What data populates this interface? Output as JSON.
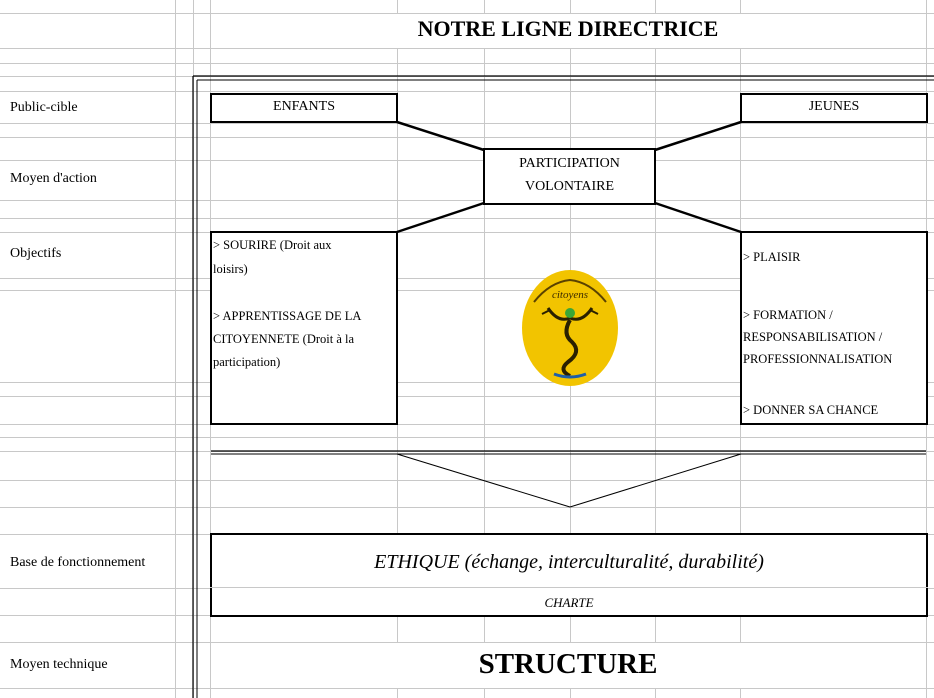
{
  "title": "NOTRE LIGNE DIRECTRICE",
  "rows": {
    "public_cible": "Public-cible",
    "moyen_action": "Moyen d'action",
    "objectifs": "Objectifs",
    "base": "Base de fonctionnement",
    "moyen_technique": "Moyen technique"
  },
  "boxes": {
    "enfants": "ENFANTS",
    "jeunes": "JEUNES",
    "participation_line1": "PARTICIPATION",
    "participation_line2": "VOLONTAIRE"
  },
  "objectifs_enfants": {
    "item1_line1": "> SOURIRE (Droit aux",
    "item1_line2": "loisirs)",
    "item2_line1": "> APPRENTISSAGE DE LA",
    "item2_line2": "CITOYENNETE (Droit à la",
    "item2_line3": "participation)"
  },
  "objectifs_jeunes": {
    "item1": "> PLAISIR",
    "item2_line1": "> FORMATION /",
    "item2_line2": "RESPONSABILISATION /",
    "item2_line3": "PROFESSIONNALISATION",
    "item3": "> DONNER SA CHANCE"
  },
  "ethique": "ETHIQUE (échange, interculturalité, durabilité)",
  "charte": "CHARTE",
  "structure": "STRUCTURE",
  "colors": {
    "grid": "#c8c8c8",
    "logo_yellow": "#f2c400",
    "logo_dot": "#3aa636"
  }
}
